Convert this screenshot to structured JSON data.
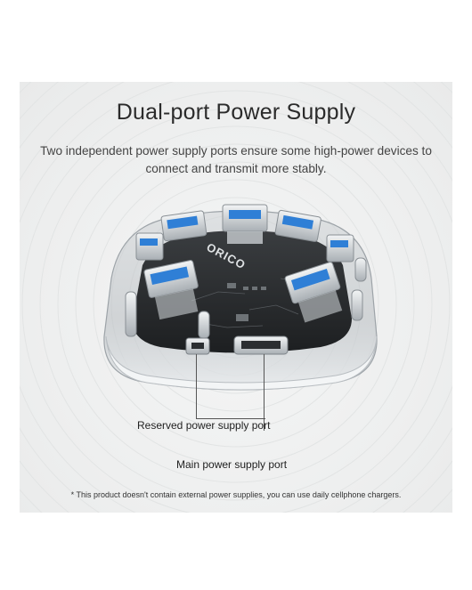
{
  "title": "Dual-port Power Supply",
  "description": "Two independent power supply ports ensure some high-power devices to connect and transmit more stably.",
  "product": {
    "brand_logo": "ORICO"
  },
  "callouts": {
    "reserved": "Reserved power supply port",
    "main": "Main power supply port"
  },
  "footnote": "* This product doesn't contain external power supplies, you can use daily cellphone chargers.",
  "colors": {
    "usb_blue": "#2f7fd6",
    "background_panel": "#eeefef",
    "text_dark": "#2b2b2b"
  }
}
